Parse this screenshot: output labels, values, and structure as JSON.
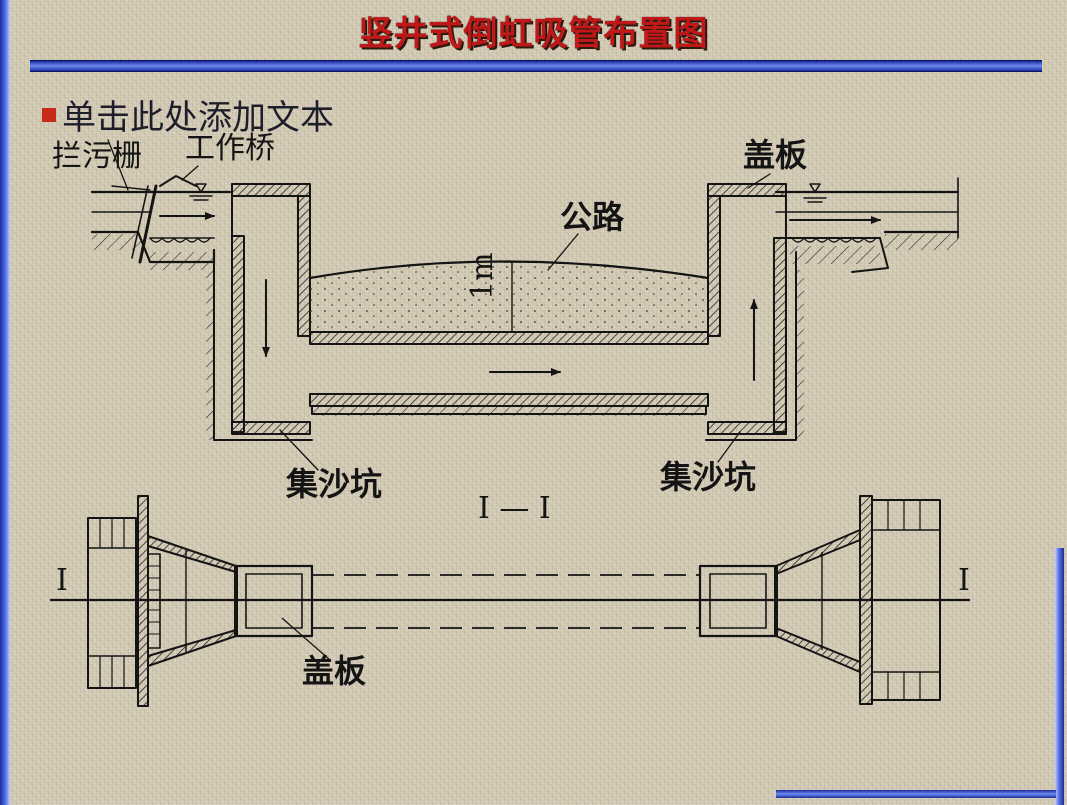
{
  "slide": {
    "title": "竖井式倒虹吸管布置图",
    "bullet_text": "单击此处添加文本",
    "colors": {
      "background": "#d4cbb6",
      "title": "#c01818",
      "accent_bar": "#2a3fc8",
      "bullet": "#c82a18",
      "ink": "#141414"
    }
  },
  "diagram": {
    "section_labels": {
      "trash_rack": "拦污栅",
      "work_bridge": "工作桥",
      "cover_right": "盖板",
      "road": "公路",
      "depth": "1m",
      "sand_pit_left": "集沙坑",
      "sand_pit_right": "集沙坑"
    },
    "section_mark": "I  —  I",
    "plan_labels": {
      "cut_left": "I",
      "cut_right": "I",
      "cover": "盖板"
    }
  }
}
